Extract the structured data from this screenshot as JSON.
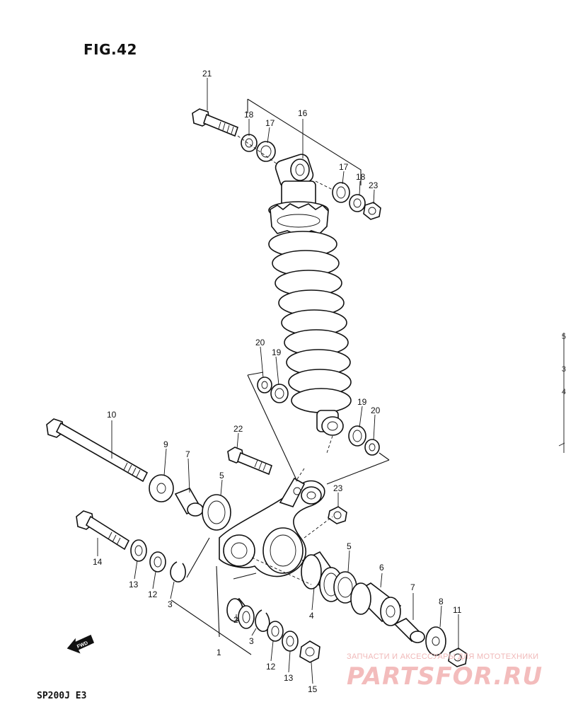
{
  "figure": {
    "title": "FIG.42",
    "model_code": "SP200J  E3"
  },
  "fwd_label": "FWD",
  "watermark": {
    "tagline": "ЗАПЧАСТИ И АКСЕССУАРЫ ДЛЯ МОТОТЕХНИКИ",
    "brand": "PARTSFOR.RU"
  },
  "edge_marks": [
    "5",
    "3",
    "4"
  ],
  "callouts": [
    {
      "id": "c21",
      "text": "21"
    },
    {
      "id": "c18a",
      "text": "18"
    },
    {
      "id": "c17a",
      "text": "17"
    },
    {
      "id": "c16",
      "text": "16"
    },
    {
      "id": "c17b",
      "text": "17"
    },
    {
      "id": "c18b",
      "text": "18"
    },
    {
      "id": "c23a",
      "text": "23"
    },
    {
      "id": "c20a",
      "text": "20"
    },
    {
      "id": "c19a",
      "text": "19"
    },
    {
      "id": "c19b",
      "text": "19"
    },
    {
      "id": "c20b",
      "text": "20"
    },
    {
      "id": "c10",
      "text": "10"
    },
    {
      "id": "c9",
      "text": "9"
    },
    {
      "id": "c7a",
      "text": "7"
    },
    {
      "id": "c22",
      "text": "22"
    },
    {
      "id": "c5a",
      "text": "5"
    },
    {
      "id": "c23b",
      "text": "23"
    },
    {
      "id": "c14",
      "text": "14"
    },
    {
      "id": "c13a",
      "text": "13"
    },
    {
      "id": "c12a",
      "text": "12"
    },
    {
      "id": "c3a",
      "text": "3"
    },
    {
      "id": "c5b",
      "text": "5"
    },
    {
      "id": "c6",
      "text": "6"
    },
    {
      "id": "c4",
      "text": "4"
    },
    {
      "id": "c7b",
      "text": "7"
    },
    {
      "id": "c8",
      "text": "8"
    },
    {
      "id": "c11",
      "text": "11"
    },
    {
      "id": "c2",
      "text": "2"
    },
    {
      "id": "c3b",
      "text": "3"
    },
    {
      "id": "c1",
      "text": "1"
    },
    {
      "id": "c12b",
      "text": "12"
    },
    {
      "id": "c13b",
      "text": "13"
    },
    {
      "id": "c15",
      "text": "15"
    }
  ]
}
